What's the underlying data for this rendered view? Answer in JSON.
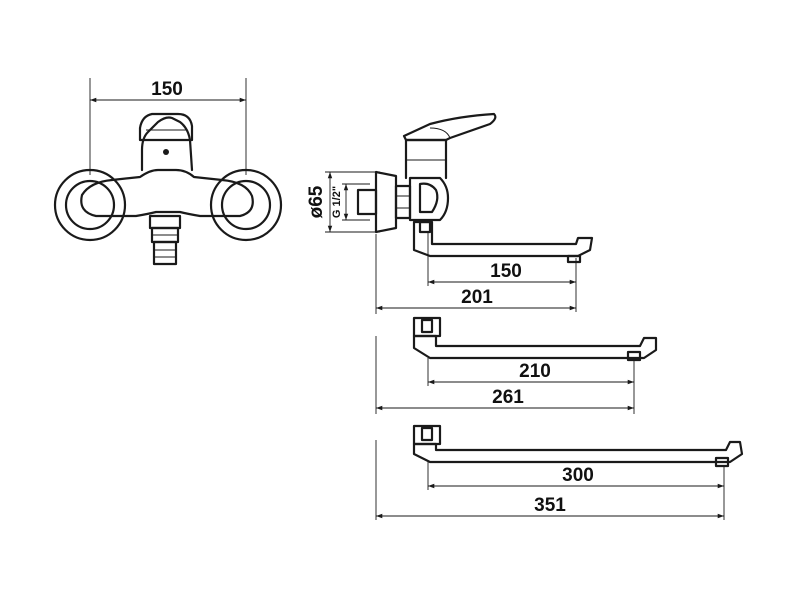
{
  "front_view": {
    "width_label": "150"
  },
  "side_view": {
    "diameter_label": "ø65",
    "thread_label": "G 1/2\"",
    "spout_reach_label": "150",
    "total_depth_label": "201"
  },
  "spout_variant_medium": {
    "spout_reach_label": "210",
    "total_depth_label": "261"
  },
  "spout_variant_long": {
    "spout_reach_label": "300",
    "total_depth_label": "351"
  }
}
